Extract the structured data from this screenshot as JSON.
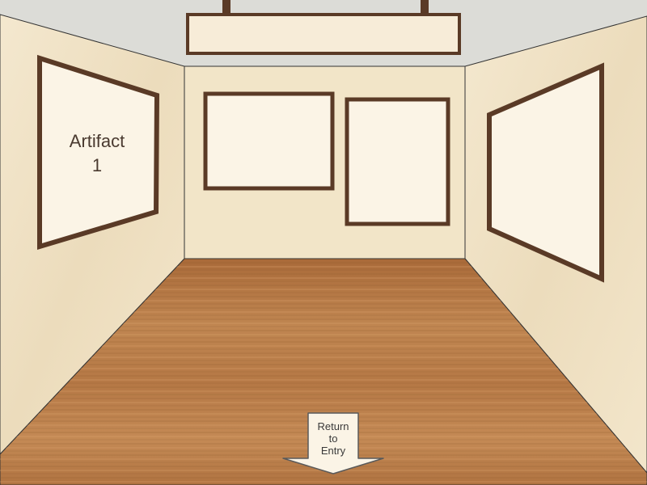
{
  "room": {
    "colors": {
      "wall": "#f1e4c9",
      "ceiling": "#dcdcd7",
      "floor": "#b97a45",
      "frame": "#5a3a26",
      "canvas": "#fbf4e6"
    }
  },
  "artifacts": [
    {
      "label_line1": "Artifact",
      "label_line2": "1"
    },
    {
      "label_line1": "",
      "label_line2": ""
    },
    {
      "label_line1": "",
      "label_line2": ""
    },
    {
      "label_line1": "",
      "label_line2": ""
    }
  ],
  "ceiling_sign": {
    "text": ""
  },
  "navigation": {
    "return_line1": "Return",
    "return_line2": "to",
    "return_line3": "Entry",
    "icon": "down-arrow-icon"
  }
}
